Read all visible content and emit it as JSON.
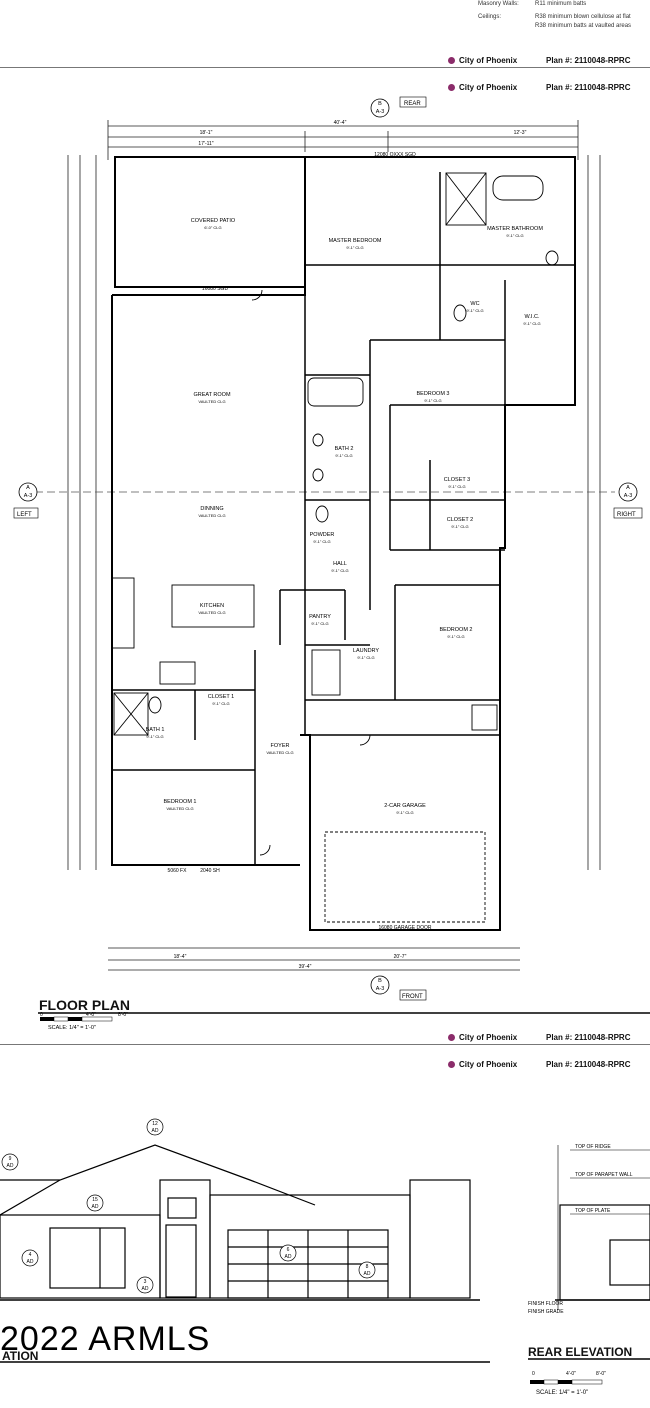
{
  "notes": [
    {
      "label": "Masonry Walls:",
      "value": "R11 minimum batts"
    },
    {
      "label": "Ceilings:",
      "value": "R38 minimum blown cellulose at flat"
    },
    {
      "label": "",
      "value": "R38 minimum batts at vaulted areas"
    }
  ],
  "stamp": {
    "city": "City of Phoenix",
    "plan": "Plan #: 2110048-RPRC"
  },
  "plan": {
    "title": "FLOOR PLAN",
    "scale": "SCALE: 1/4\" = 1'-0\"",
    "scale_ticks": [
      "0",
      "4'-0\"",
      "8'-0\""
    ],
    "markers": {
      "rear": "REAR",
      "front": "FRONT",
      "left": "LEFT",
      "right": "RIGHT",
      "sheet": "A-3",
      "letter_a": "A",
      "letter_b": "B"
    },
    "dimensions": {
      "overall": "40'-4\"",
      "top_left": "18'-1\"",
      "top_mid": "17'-11\"",
      "top_right": "12'-3\"",
      "bottom_total": "39'-4\"",
      "bottom_left": "18'-4\"",
      "bottom_right": "20'-7\""
    },
    "rooms": [
      {
        "name": "COVERED PATIO",
        "sub": "6'-0\" CLG"
      },
      {
        "name": "MASTER BEDROOM",
        "sub": "9'-1\" CLG"
      },
      {
        "name": "MASTER BATHROOM",
        "sub": "9'-1\" CLG"
      },
      {
        "name": "WC",
        "sub": "9'-1\" CLG"
      },
      {
        "name": "W.I.C.",
        "sub": "9'-1\" CLG"
      },
      {
        "name": "GREAT ROOM",
        "sub": "VAULTED CLG"
      },
      {
        "name": "BEDROOM 3",
        "sub": "9'-1\" CLG"
      },
      {
        "name": "BATH 2",
        "sub": "9'-1\" CLG"
      },
      {
        "name": "CLOSET 3",
        "sub": "9'-1\" CLG"
      },
      {
        "name": "CLOSET 2",
        "sub": "9'-1\" CLG"
      },
      {
        "name": "DINNING",
        "sub": "VAULTED CLG"
      },
      {
        "name": "POWDER",
        "sub": "9'-1\" CLG"
      },
      {
        "name": "HALL",
        "sub": "9'-1\" CLG"
      },
      {
        "name": "KITCHEN",
        "sub": "VAULTED CLG"
      },
      {
        "name": "PANTRY",
        "sub": "9'-1\" CLG"
      },
      {
        "name": "BEDROOM 2",
        "sub": "9'-1\" CLG"
      },
      {
        "name": "LAUNDRY",
        "sub": "9'-1\" CLG"
      },
      {
        "name": "CLOSET 1",
        "sub": "9'-1\" CLG"
      },
      {
        "name": "BATH 1",
        "sub": "9'-1\" CLG"
      },
      {
        "name": "FOYER",
        "sub": "VAULTED CLG"
      },
      {
        "name": "BEDROOM 1",
        "sub": "VAULTED CLG"
      },
      {
        "name": "2-CAR GARAGE",
        "sub": "9'-1\" CLG"
      }
    ],
    "openings": {
      "patio_door": "16080 SGD",
      "rear_door": "12080 OXXX SGD",
      "garage_door": "16080 GARAGE DOOR",
      "window_1": "5060 FX",
      "window_2": "2040 SH"
    }
  },
  "elevations": {
    "front_title": "ATION",
    "rear_title": "REAR ELEVATION",
    "scale": "SCALE: 1/4\" = 1'-0\"",
    "scale_ticks": [
      "0",
      "4'-0\"",
      "8'-0\""
    ],
    "levels": [
      "TOP OF RIDGE",
      "TOP OF PARAPET WALL",
      "TOP OF PLATE",
      "FINISH FLOOR",
      "FINISH GRADE"
    ],
    "tags": {
      "ad": "AD",
      "n12": "12",
      "n9": "9",
      "n15": "15",
      "n4": "4",
      "n3": "3",
      "n6": "6",
      "n8": "8"
    }
  },
  "watermark": "2022 ARMLS"
}
